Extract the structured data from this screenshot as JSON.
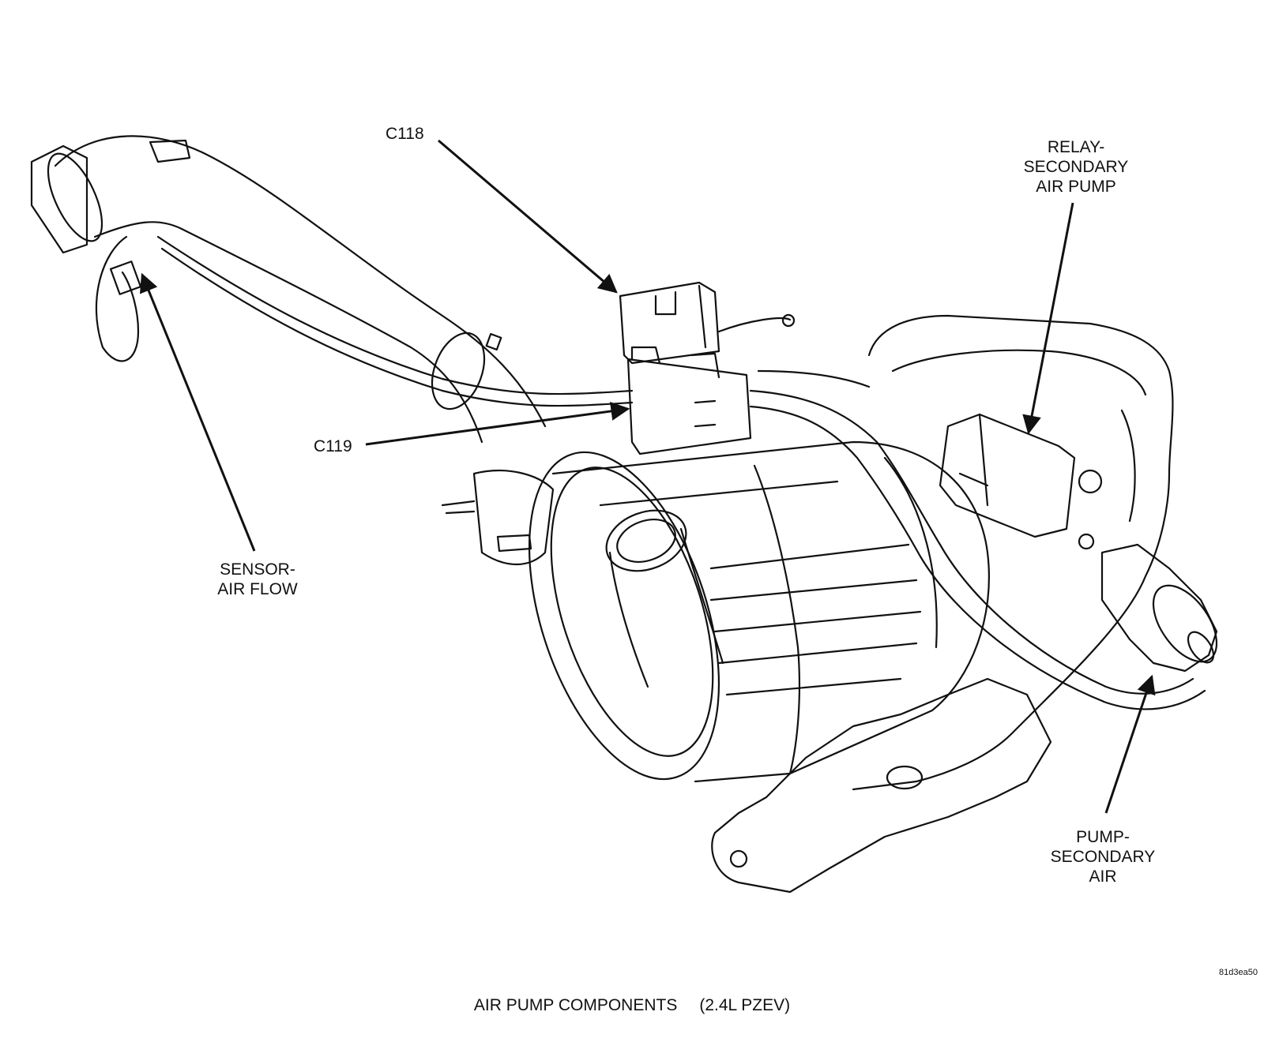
{
  "labels": {
    "c118": "C118",
    "c119": "C119",
    "relay": [
      "RELAY-",
      "SECONDARY",
      "AIR PUMP"
    ],
    "sensor": [
      "SENSOR-",
      "AIR FLOW"
    ],
    "pump": [
      "PUMP-",
      "SECONDARY",
      "AIR"
    ]
  },
  "figure_id": "81d3ea50",
  "caption": {
    "title": "AIR PUMP COMPONENTS",
    "variant": "(2.4L PZEV)"
  },
  "colors": {
    "line": "#111111",
    "background": "#ffffff"
  }
}
